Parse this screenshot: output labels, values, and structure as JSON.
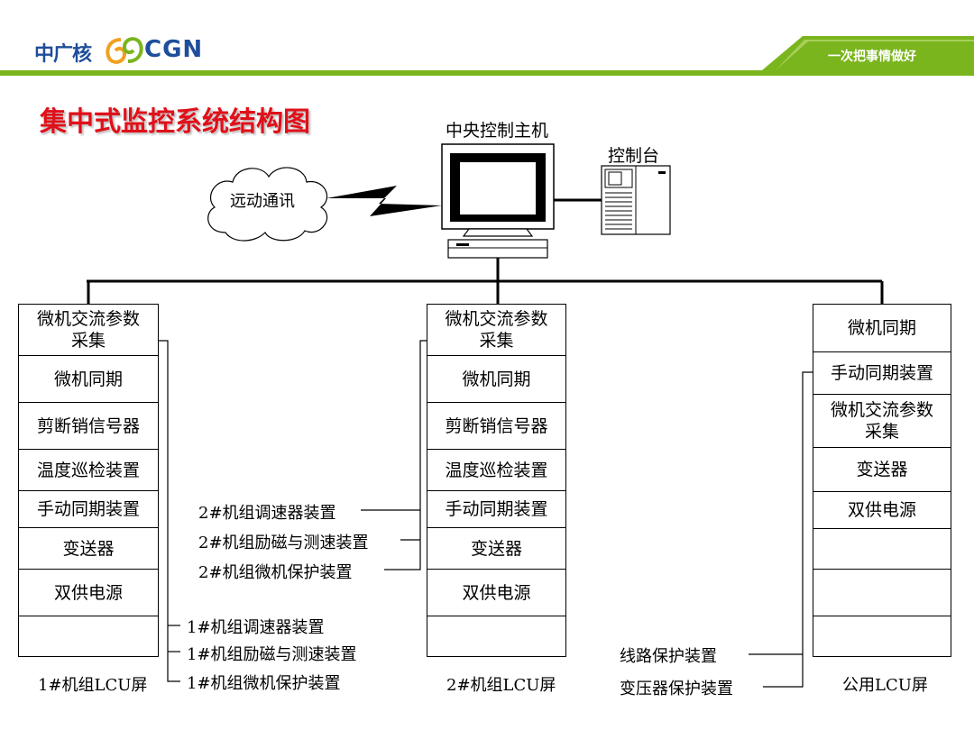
{
  "header": {
    "logo_cn": "中广核",
    "logo_en": "CGN",
    "slogan": "一次把事情做好"
  },
  "title": "集中式监控系统结构图",
  "top": {
    "host_label": "中央控制主机",
    "console_label": "控制台",
    "cloud_label": "远动通讯"
  },
  "panels": [
    {
      "caption": "1#机组LCU屏",
      "rows": [
        "微机交流参数\n采集",
        "微机同期",
        "剪断销信号器",
        "温度巡检装置",
        "手动同期装置",
        "变送器",
        "双供电源",
        ""
      ]
    },
    {
      "caption": "2#机组LCU屏",
      "rows": [
        "微机交流参数\n采集",
        "微机同期",
        "剪断销信号器",
        "温度巡检装置",
        "手动同期装置",
        "变送器",
        "双供电源",
        ""
      ]
    },
    {
      "caption": "公用LCU屏",
      "rows": [
        "微机同期",
        "手动同期装置",
        "微机交流参数\n采集",
        "变送器",
        "双供电源",
        "",
        "",
        ""
      ]
    }
  ],
  "external": {
    "unit1": [
      "1#机组调速器装置",
      "1#机组励磁与测速装置",
      "1#机组微机保护装置"
    ],
    "unit2": [
      "2#机组调速器装置",
      "2#机组励磁与测速装置",
      "2#机组微机保护装置"
    ],
    "common": [
      "线路保护装置",
      "变压器保护装置"
    ]
  },
  "colors": {
    "brand_blue": "#1f4e9a",
    "slogan_green": "#7ab51d",
    "title_red": "#e0101a"
  }
}
